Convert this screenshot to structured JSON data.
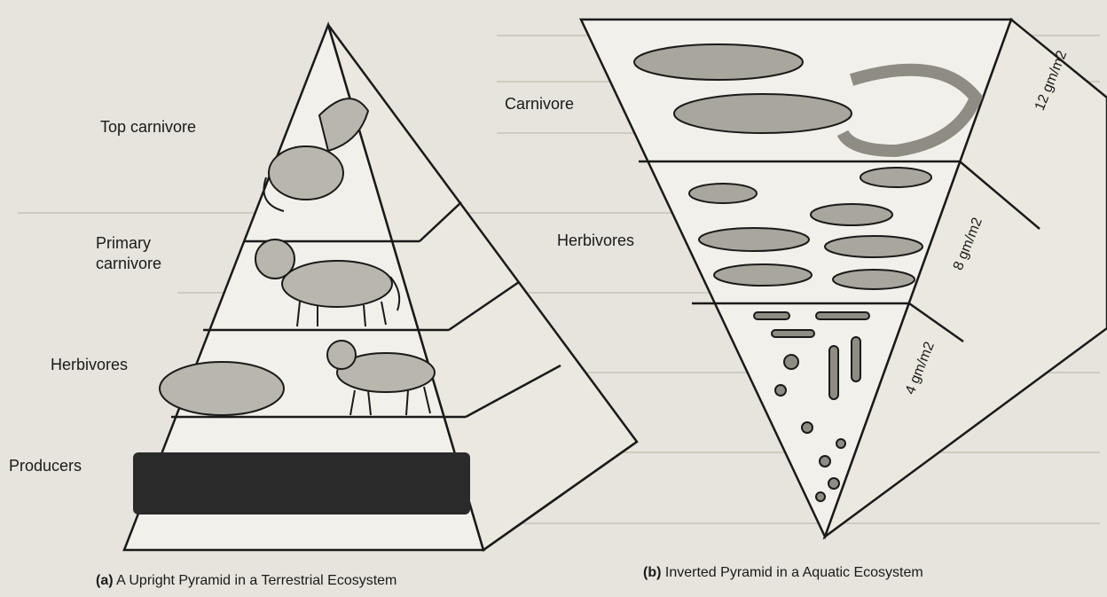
{
  "diagram": {
    "upright": {
      "levels": [
        {
          "label": "Top carnivore"
        },
        {
          "label": "Primary\ncarnivore"
        },
        {
          "label": "Herbivores"
        },
        {
          "label": "Producers"
        }
      ],
      "caption_tag": "(a)",
      "caption_text": "A Upright Pyramid in a Terrestrial Ecosystem"
    },
    "inverted": {
      "levels": [
        {
          "label": "Carnivore",
          "value": "12 gm/m2"
        },
        {
          "label": "Herbivores",
          "value": "8 gm/m2"
        },
        {
          "value": "4 gm/m2"
        }
      ],
      "caption_tag": "(b)",
      "caption_text": "Inverted Pyramid in a Aquatic Ecosystem"
    }
  },
  "colors": {
    "background": "#e6e4dc",
    "ink": "#1a1a1a",
    "face": "#f2f0ea"
  }
}
